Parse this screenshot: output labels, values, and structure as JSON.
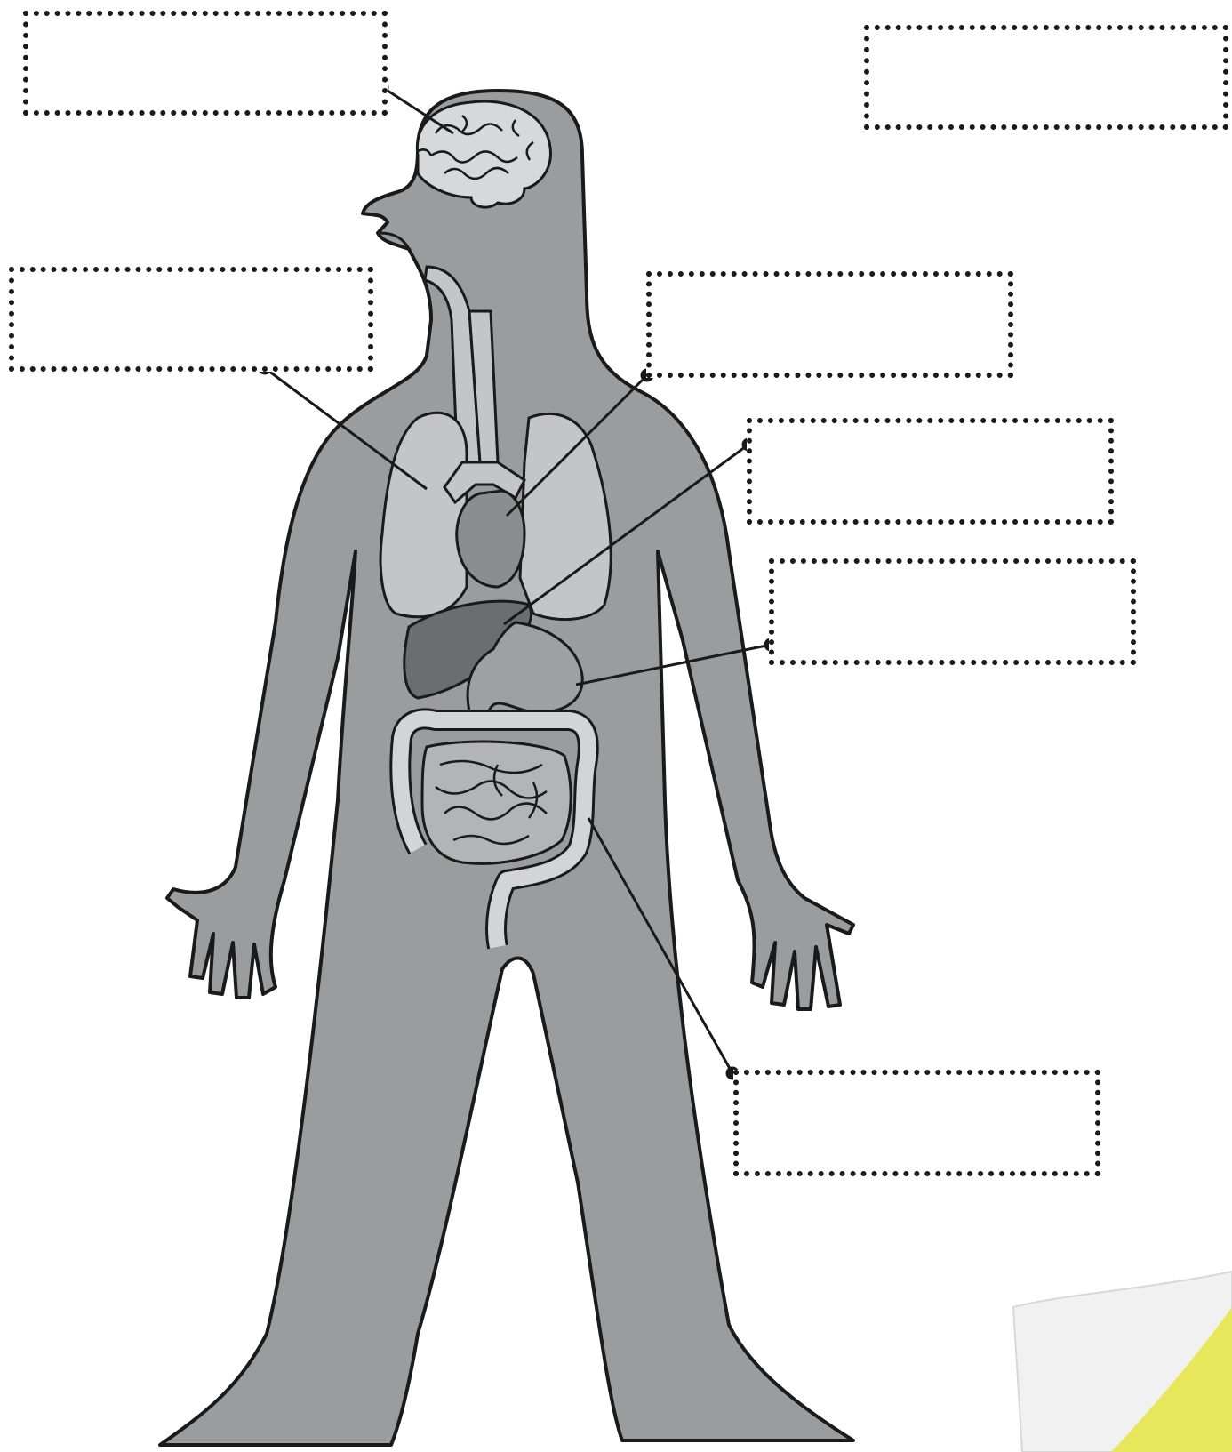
{
  "diagram": {
    "colors": {
      "body": "#9b9c9e",
      "outline": "#1a1a1a",
      "lungs": "#c4c5c7",
      "heart": "#8c8d8f",
      "liver": "#6c6d6f",
      "stomach": "#9fa0a2",
      "intestines": "#d3d4d6",
      "brain": "#d7d8da",
      "page_curl": "#e8e65a",
      "page_back": "#f1f1f1"
    },
    "labels": [
      {
        "id": "brain",
        "text": ""
      },
      {
        "id": "top-right",
        "text": ""
      },
      {
        "id": "lungs",
        "text": ""
      },
      {
        "id": "heart",
        "text": ""
      },
      {
        "id": "liver",
        "text": ""
      },
      {
        "id": "stomach",
        "text": ""
      },
      {
        "id": "intestines",
        "text": ""
      }
    ]
  }
}
